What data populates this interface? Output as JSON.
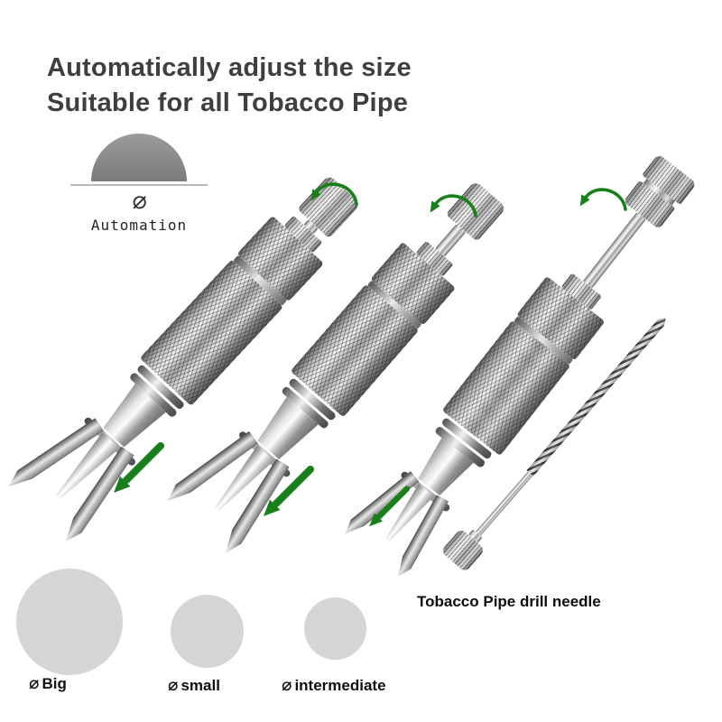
{
  "title": {
    "line1": "Automatically adjust the size",
    "line2": "Suitable for all Tobacco Pipe"
  },
  "automation": {
    "symbol": "⌀",
    "label": "Automation"
  },
  "needle_label": "Tobacco Pipe drill needle",
  "sizes": [
    {
      "symbol": "⌀",
      "label": "Big"
    },
    {
      "symbol": "⌀",
      "label": "small"
    },
    {
      "symbol": "⌀",
      "label": "intermediate"
    }
  ],
  "colors": {
    "arrow_green": "#17801a",
    "title_gray": "#3f3f3f",
    "circle_gray": "#d5d5d5"
  }
}
